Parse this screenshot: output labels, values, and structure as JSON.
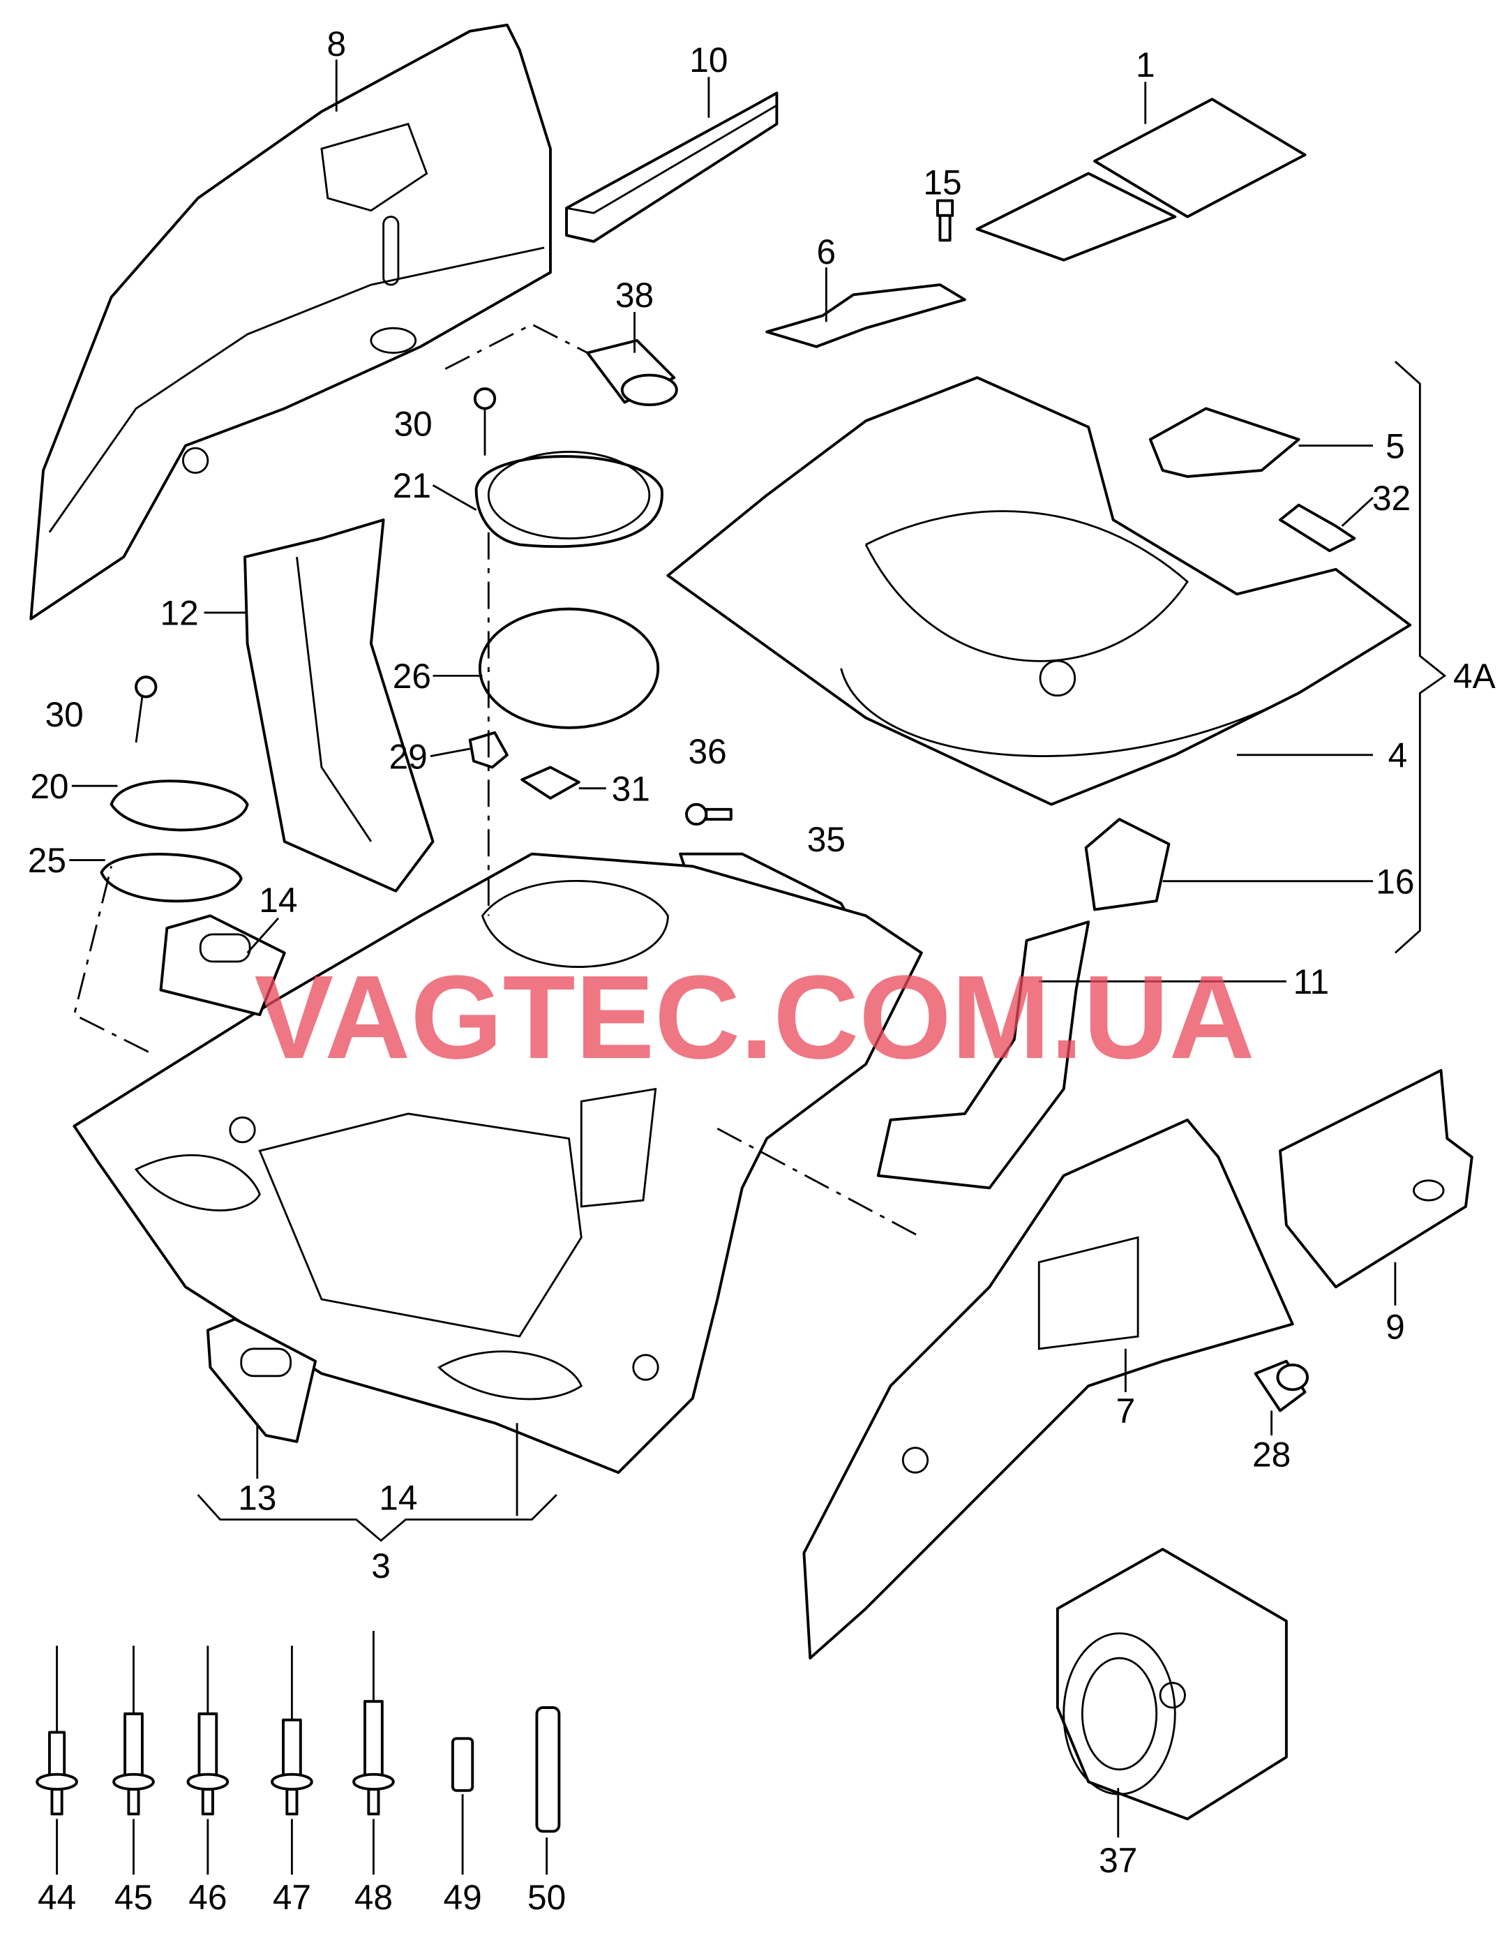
{
  "watermark": "VAGTEC.COM.UA",
  "callouts": {
    "c8": "8",
    "c10": "10",
    "c1": "1",
    "c15": "15",
    "c6": "6",
    "c38": "38",
    "c30a": "30",
    "c5": "5",
    "c32": "32",
    "c21": "21",
    "c12": "12",
    "c4A": "4A",
    "c26": "26",
    "c30b": "30",
    "c36": "36",
    "c4": "4",
    "c29": "29",
    "c31": "31",
    "c20": "20",
    "c35": "35",
    "c25": "25",
    "c16": "16",
    "c14a": "14",
    "c11": "11",
    "c9": "9",
    "c7": "7",
    "c28": "28",
    "c13": "13",
    "c14b": "14",
    "c3": "3",
    "c37": "37",
    "c44": "44",
    "c45": "45",
    "c46": "46",
    "c47": "47",
    "c48": "48",
    "c49": "49",
    "c50": "50"
  }
}
